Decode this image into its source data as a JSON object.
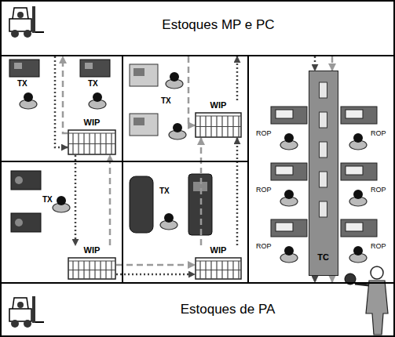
{
  "diagram": {
    "nodes": [
      {
        "text": [
          "Estoques MP e PC"
        ]
      },
      {
        "text": [
          "TX",
          "TX"
        ]
      },
      {
        "text": [
          "WIP"
        ],
        "in": 1
      },
      {
        "text": [
          "TX"
        ]
      },
      {
        "text": [
          "WIP"
        ],
        "in": 3
      },
      {
        "text": [
          "ROP",
          "ROP",
          "ROP",
          "ROP",
          "ROP",
          "ROP"
        ]
      },
      {
        "text": [
          "TC"
        ],
        "in": 5
      },
      {
        "text": [
          "TX"
        ]
      },
      {
        "text": [
          "WIP"
        ],
        "in": 7
      },
      {
        "text": [
          "TX"
        ]
      },
      {
        "text": [
          "WIP"
        ],
        "in": 9
      },
      {
        "text": [
          "Estoques de PA"
        ]
      }
    ],
    "edges": [
      {
        "from": 0,
        "to": 2,
        "arrow": "to"
      },
      {
        "from": 2,
        "to": 0,
        "arrow": "to"
      },
      {
        "from": 0,
        "to": 4,
        "arrow": "to"
      },
      {
        "from": 4,
        "to": 0,
        "arrow": "to"
      },
      {
        "from": 2,
        "to": 8,
        "arrow": "to"
      },
      {
        "from": 8,
        "to": 2,
        "arrow": "to"
      },
      {
        "from": 8,
        "to": 10,
        "arrow": "to"
      },
      {
        "from": 8,
        "to": 10,
        "arrow": "to"
      },
      {
        "from": 10,
        "to": 4,
        "arrow": "to"
      },
      {
        "from": 10,
        "to": 4,
        "arrow": "to"
      },
      {
        "from": 0,
        "to": 6,
        "arrow": "to"
      },
      {
        "from": 0,
        "to": 6,
        "arrow": "to"
      },
      {
        "from": 6,
        "to": 11,
        "arrow": "to"
      },
      {
        "from": 6,
        "to": 11,
        "arrow": "to"
      }
    ]
  }
}
